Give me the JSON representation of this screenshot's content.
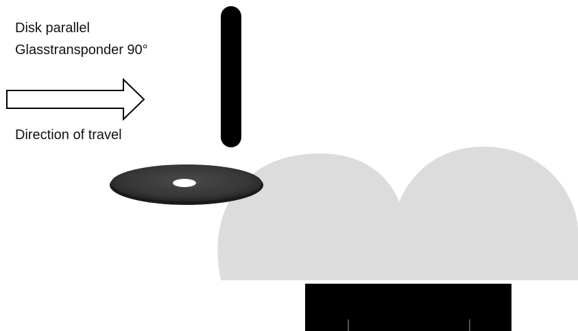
{
  "labels": {
    "line1": "Disk parallel",
    "line2": "Glasstransponder 90°",
    "direction": "Direction of travel"
  },
  "colors": {
    "background": "#ffffff",
    "antenna_housing": "#dcdcdc",
    "transponder_rod": "#000000",
    "disk_tag": "#3a3a3a",
    "reader_base": "#000000",
    "arrow_outline": "#000000"
  },
  "icons": {
    "arrow": "right-arrow-outline-icon",
    "disk": "disk-transponder-icon",
    "rod": "glass-transponder-rod-icon"
  }
}
